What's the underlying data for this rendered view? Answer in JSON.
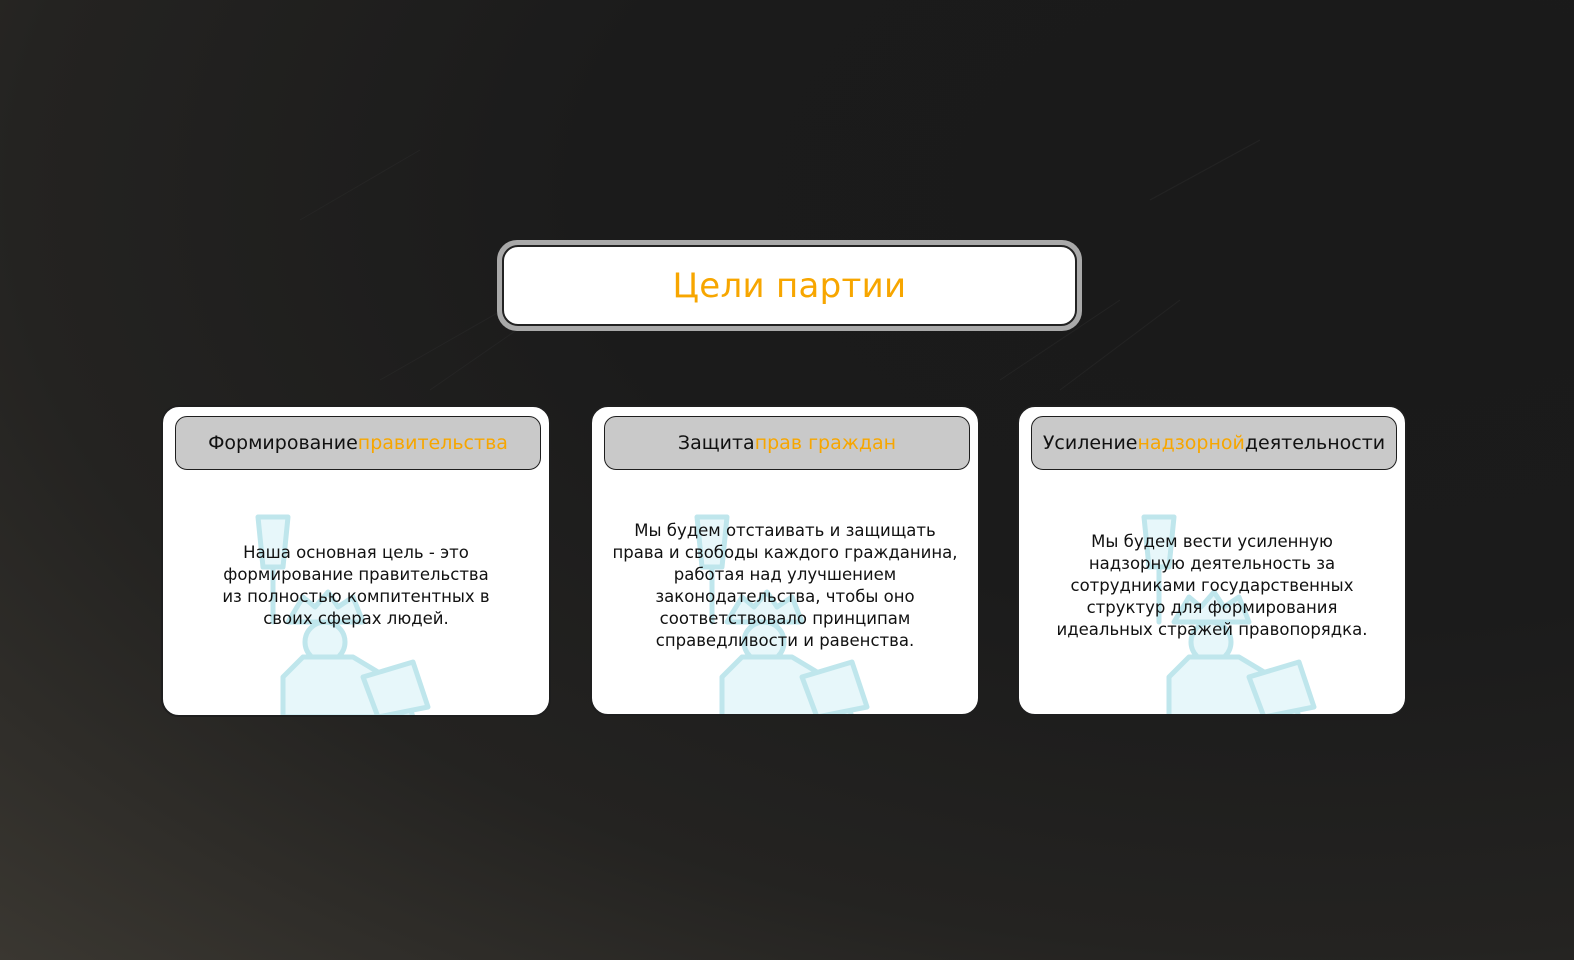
{
  "slide": {
    "title": "Цели партии",
    "accent_color": "#f7a600",
    "background_color": "#1b1b1b"
  },
  "cards": [
    {
      "header_plain_before": "Формирование ",
      "header_accent": "правительства",
      "header_plain_after": "",
      "body": "Наша основная цель - это формирование правительства из полностью компитентных в своих сферах людей.",
      "watermark_icon": "statue-of-liberty-icon"
    },
    {
      "header_plain_before": "Защита ",
      "header_accent": "прав граждан",
      "header_plain_after": "",
      "body": "Мы будем отстаивать и защищать права и свободы каждого гражданина, работая над улучшением законодательства, чтобы оно соответствовало принципам справедливости и равенства.",
      "watermark_icon": "statue-of-liberty-icon"
    },
    {
      "header_plain_before": "Усиление ",
      "header_accent": "надзорной",
      "header_plain_after": " деятельности",
      "body": "Мы будем вести усиленную надзорную деятельность за сотрудниками государственных структур для формирования идеальных стражей правопорядка.",
      "watermark_icon": "statue-of-liberty-icon"
    }
  ]
}
